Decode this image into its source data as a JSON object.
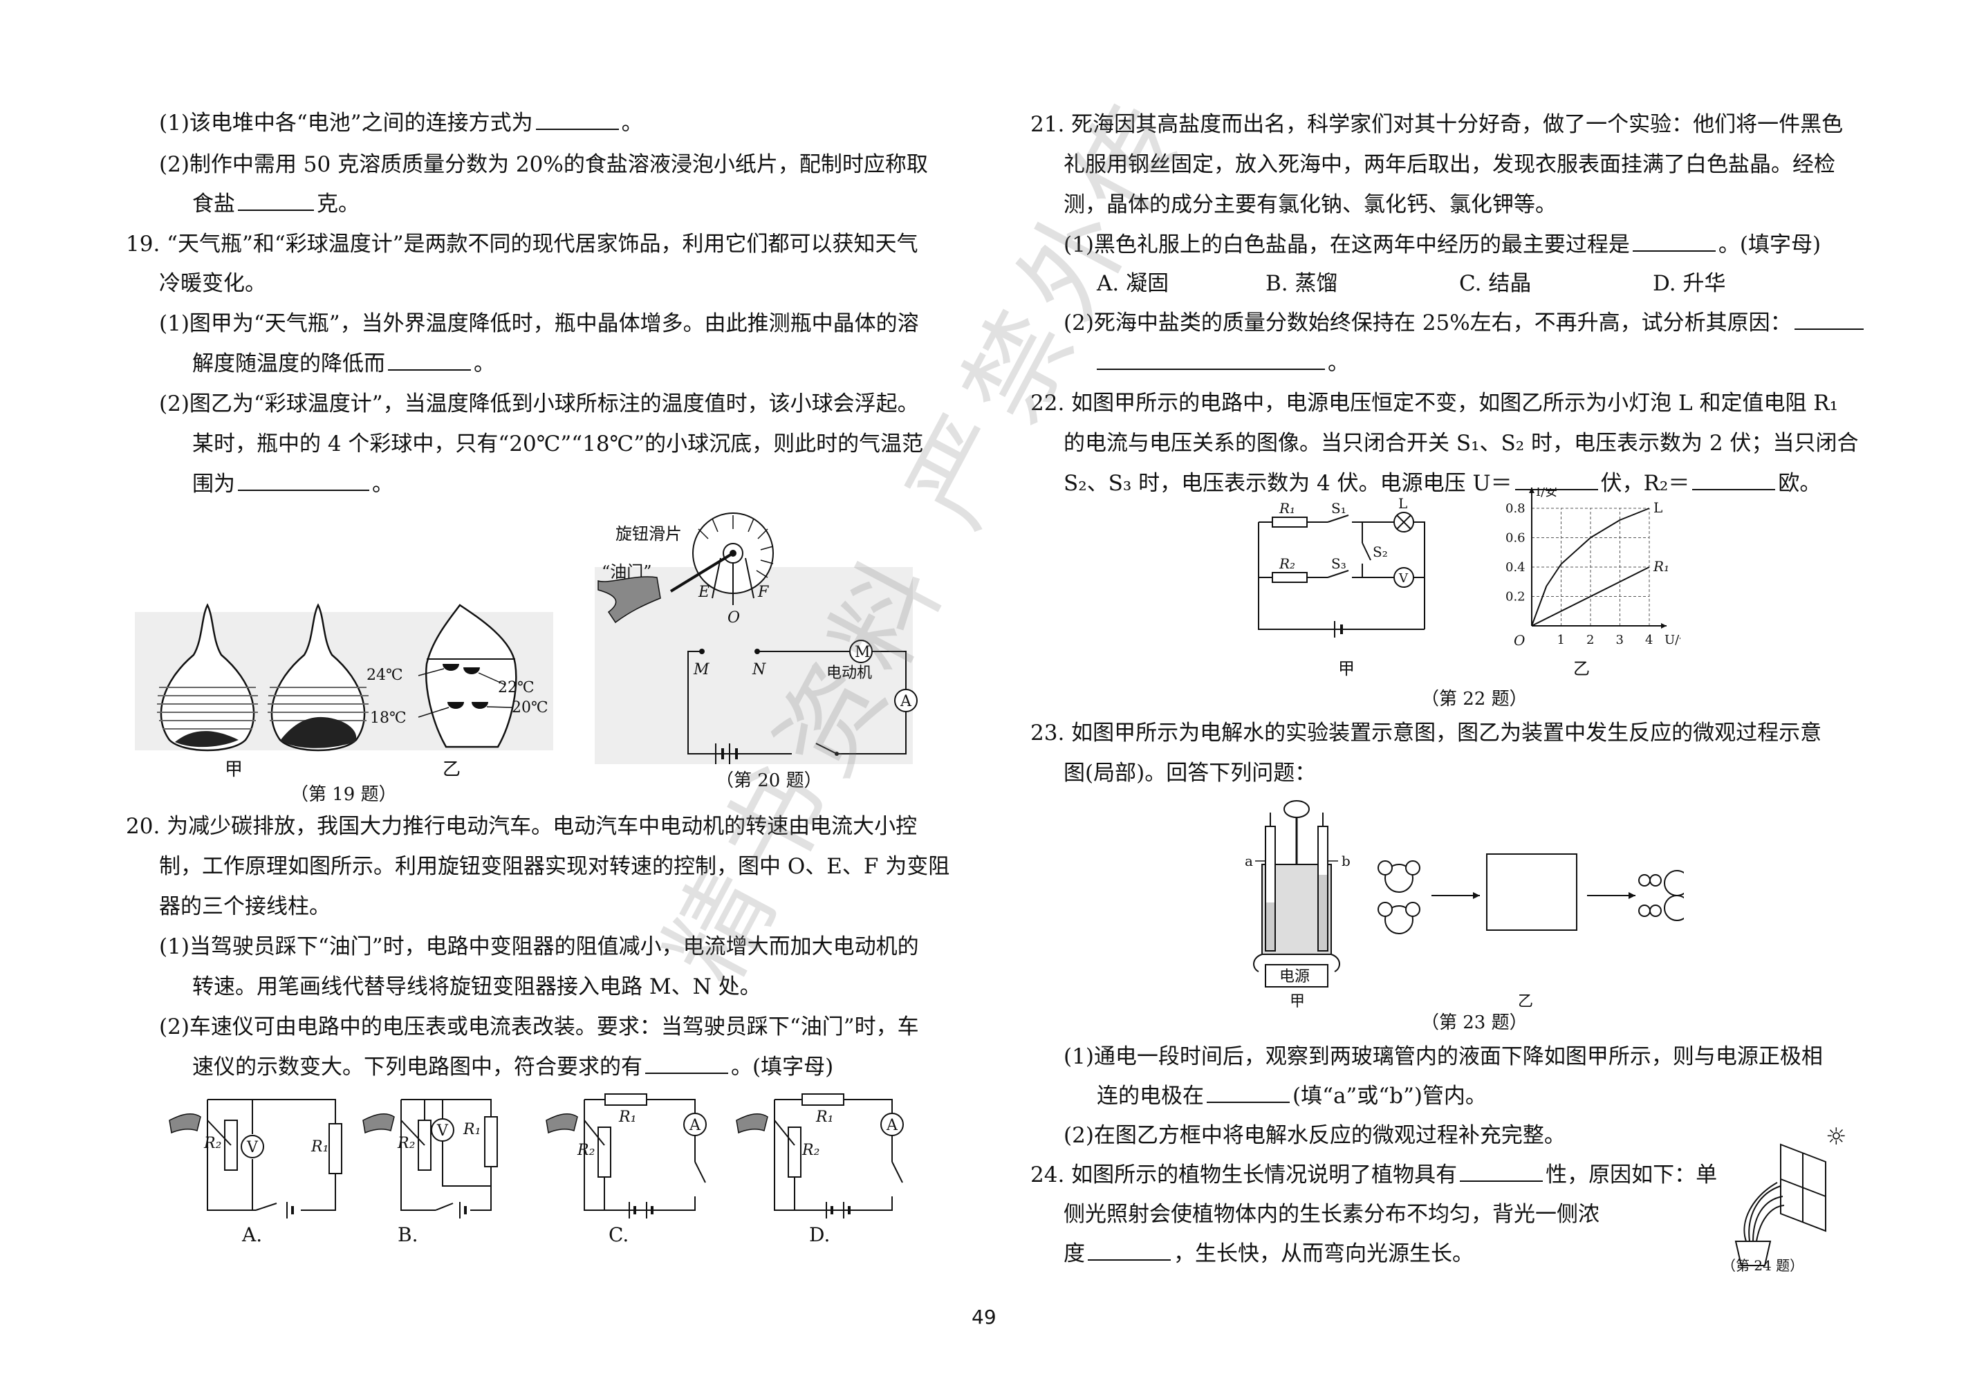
{
  "q18": {
    "p1_a": "(1)该电堆中各“电池”之间的连接方式为",
    "p1_b": "。",
    "p2_a": "(2)制作中需用 50 克溶质质量分数为 20%的食盐溶液浸泡小纸片，配制时应称取",
    "p2_b": "食盐",
    "p2_c": "克。"
  },
  "q19": {
    "l1": "19. “天气瓶”和“彩球温度计”是两款不同的现代居家饰品，利用它们都可以获知天气",
    "l2": "冷暖变化。",
    "p1_a": "(1)图甲为“天气瓶”，当外界温度降低时，瓶中晶体增多。由此推测瓶中晶体的溶",
    "p1_b": "解度随温度的降低而",
    "p1_c": "。",
    "p2_a": "(2)图乙为“彩球温度计”，当温度降低到小球所标注的温度值时，该小球会浮起。",
    "p2_b": "某时，瓶中的 4 个彩球中，只有“20℃”“18℃”的小球沉底，则此时的气温范",
    "p2_c": "围为",
    "p2_d": "。",
    "fig_jia": "甲",
    "fig_yi": "乙",
    "t24": "24℃",
    "t22": "22℃",
    "t18": "18℃",
    "t20": "20℃",
    "caption": "（第 19 题）"
  },
  "q20": {
    "knob": "旋钮滑片",
    "throttle": "“油门”",
    "E": "E",
    "O": "O",
    "F": "F",
    "M": "M",
    "N": "N",
    "motor": "电动机",
    "motor_sym": "M",
    "ammeter": "A",
    "caption": "（第 20 题）",
    "l1": "20. 为减少碳排放，我国大力推行电动汽车。电动汽车中电动机的转速由电流大小控",
    "l2": "制，工作原理如图所示。利用旋钮变阻器实现对转速的控制，图中 O、E、F 为变阻",
    "l3": "器的三个接线柱。",
    "p1_a": "(1)当驾驶员踩下“油门”时，电路中变阻器的阻值减小，电流增大而加大电动机的",
    "p1_b": "转速。用笔画线代替导线将旋钮变阻器接入电路 M、N 处。",
    "p2_a": "(2)车速仪可由电路中的电压表或电流表改装。要求：当驾驶员踩下“油门”时，车",
    "p2_b": "速仪的示数变大。下列电路图中，符合要求的有",
    "p2_c": "。(填字母)",
    "optA": "A.",
    "optB": "B.",
    "optC": "C.",
    "optD": "D.",
    "R1": "R₁",
    "R2": "R₂",
    "V": "V",
    "A": "A"
  },
  "q21": {
    "l1": "21. 死海因其高盐度而出名，科学家们对其十分好奇，做了一个实验：他们将一件黑色",
    "l2": "礼服用钢丝固定，放入死海中，两年后取出，发现衣服表面挂满了白色盐晶。经检",
    "l3": "测，晶体的成分主要有氯化钠、氯化钙、氯化钾等。",
    "p1_a": "(1)黑色礼服上的白色盐晶，在这两年中经历的最主要过程是",
    "p1_b": "。(填字母)",
    "optA": "A. 凝固",
    "optB": "B. 蒸馏",
    "optC": "C. 结晶",
    "optD": "D. 升华",
    "p2_a": "(2)死海中盐类的质量分数始终保持在 25%左右，不再升高，试分析其原因：",
    "p2_b": "。"
  },
  "q22": {
    "l1": "22. 如图甲所示的电路中，电源电压恒定不变，如图乙所示为小灯泡 L 和定值电阻 R₁",
    "l2": "的电流与电压关系的图像。当只闭合开关 S₁、S₂ 时，电压表示数为 2 伏；当只闭合",
    "l3_a": "S₂、S₃ 时，电压表示数为 4 伏。电源电压 U＝",
    "l3_b": "伏，R₂＝",
    "l3_c": "欧。",
    "R1": "R₁",
    "R2": "R₂",
    "S1": "S₁",
    "S2": "S₂",
    "S3": "S₃",
    "L": "L",
    "V": "V",
    "fig_jia": "甲",
    "fig_yi": "乙",
    "caption": "（第 22 题）"
  },
  "chart_data": {
    "type": "line",
    "xlabel": "U/伏",
    "ylabel": "I/安",
    "origin_label": "O",
    "x_ticks": [
      "1",
      "2",
      "3",
      "4"
    ],
    "y_ticks": [
      "0.2",
      "0.4",
      "0.6",
      "0.8"
    ],
    "xlim": [
      0,
      4
    ],
    "ylim": [
      0,
      0.8
    ],
    "grid": true,
    "series": [
      {
        "name": "L",
        "x": [
          0,
          0.5,
          1,
          2,
          3,
          4
        ],
        "y": [
          0,
          0.27,
          0.42,
          0.6,
          0.72,
          0.8
        ]
      },
      {
        "name": "R₁",
        "x": [
          0,
          4
        ],
        "y": [
          0,
          0.4
        ]
      }
    ]
  },
  "q23": {
    "l1": "23. 如图甲所示为电解水的实验装置示意图，图乙为装置中发生反应的微观过程示意",
    "l2": "图(局部)。回答下列问题：",
    "a": "a",
    "b": "b",
    "power": "电源",
    "fig_jia": "甲",
    "fig_yi": "乙",
    "caption": "（第 23 题）",
    "p1_a": "(1)通电一段时间后，观察到两玻璃管内的液面下降如图甲所示，则与电源正极相",
    "p1_b": "连的电极在",
    "p1_c": "(填“a”或“b”)管内。",
    "p2": "(2)在图乙方框中将电解水反应的微观过程补充完整。"
  },
  "q24": {
    "l1_a": "24. 如图所示的植物生长情况说明了植物具有",
    "l1_b": "性，原因如下：单",
    "l2": "侧光照射会使植物体内的生长素分布不均匀，背光一侧浓",
    "l3_a": "度",
    "l3_b": "，生长快，从而弯向光源生长。",
    "sun": "☼",
    "caption": "（第 24 题）"
  },
  "watermark": "精书资料 严禁外传",
  "page_number": "49"
}
